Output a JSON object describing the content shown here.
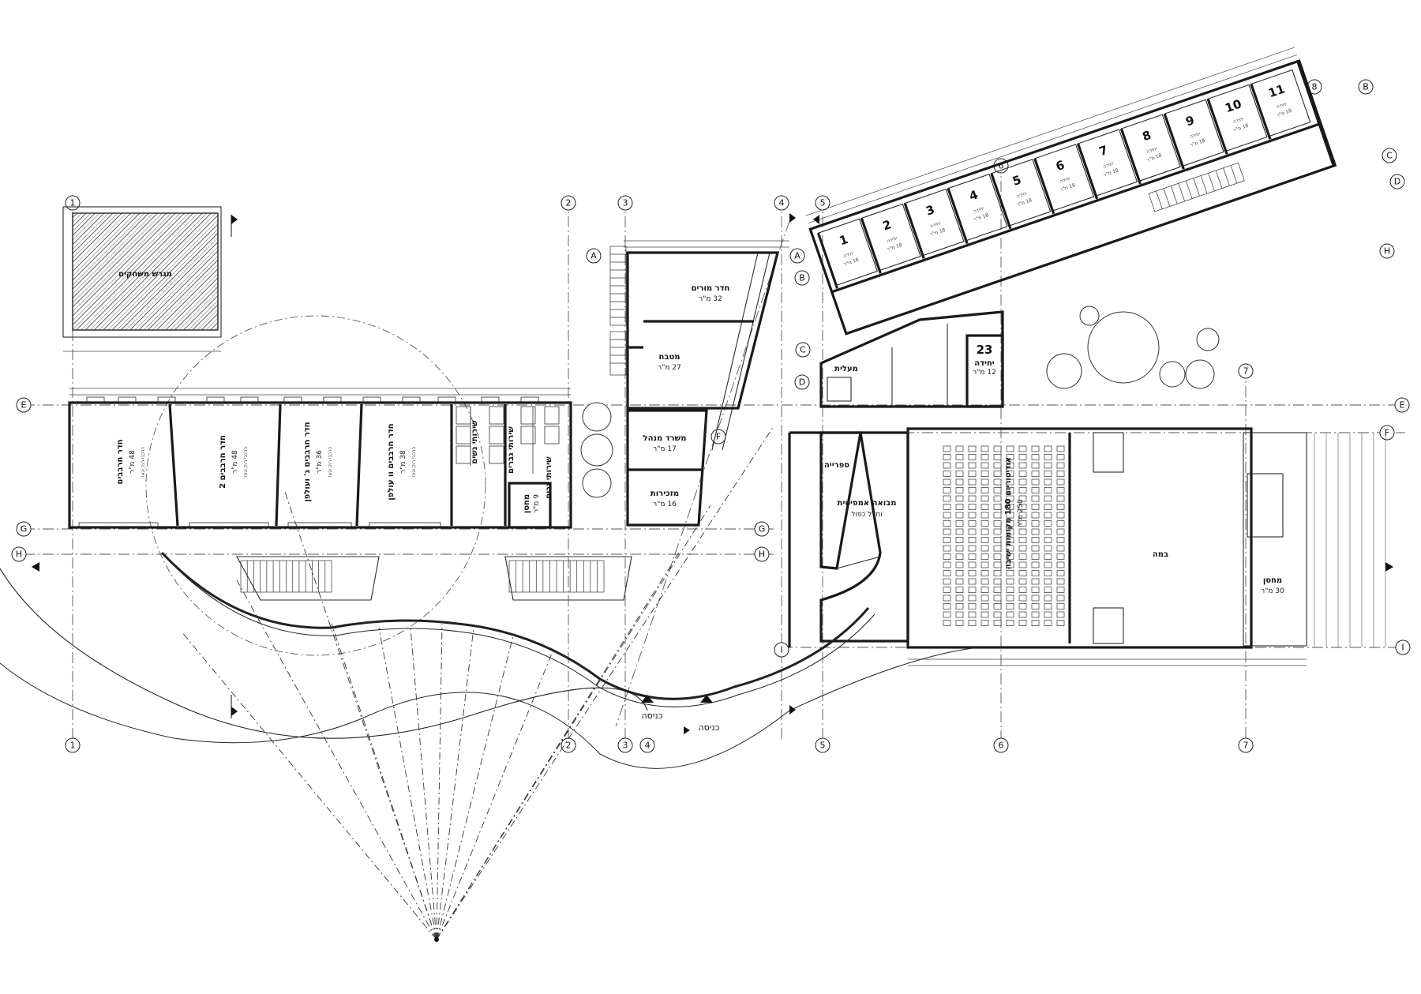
{
  "grid": {
    "numbers": [
      "1",
      "2",
      "3",
      "4",
      "5",
      "6",
      "7",
      "8"
    ],
    "letters": [
      "A",
      "B",
      "C",
      "D",
      "E",
      "F",
      "G",
      "H",
      "I"
    ]
  },
  "rooms": {
    "yard": "מגרש משחקים",
    "class1": {
      "name": "חדר חרבבים",
      "area": "48 מ\"ר",
      "note": "הרכבי רוק וגאז"
    },
    "class2": {
      "name": "חדר חרבבים 2",
      "area": "48 מ\"ר",
      "note": "הרכבי רוק וגאז"
    },
    "class3": {
      "name": "חדר חרבבים ג' ועולפן",
      "area": "36 מ\"ר",
      "note": "הרכבי רוק וגאז"
    },
    "class4": {
      "name": "חדר חרבבים וו עולפן",
      "area": "38 מ\"ר",
      "note": "הרכבי רוק וגאז"
    },
    "wc_women": "שירותי נשים",
    "wc_men": "שירותי גברים",
    "wc_disabled": "שירותי נכים",
    "storage_small": {
      "name": "מחסן",
      "area": "9 מ\"ר"
    },
    "teachers": {
      "name": "חדר מורים",
      "area": "32 מ\"ר"
    },
    "kitchen": {
      "name": "מטבח",
      "area": "27 מ\"ר"
    },
    "office": {
      "name": "משרד מנהל",
      "area": "17 מ\"ר"
    },
    "secretary": {
      "name": "מזכירות",
      "area": "16 מ\"ר"
    },
    "library": "ספרייה",
    "lobby": {
      "name": "מבואה אמפיטית",
      "sub": "וחלל כפול"
    },
    "auditorium": {
      "name": "אודיטוריום 180 מקומות ישיבה",
      "area": "250 מ\"ר"
    },
    "stage": "במה",
    "storage_stage": {
      "name": "מחסן",
      "area": "30 מ\"ר"
    },
    "elevator": "מעלית",
    "unit_label": "יחידה",
    "unit_area": "18 מ\"ר",
    "unit23": {
      "num": "23",
      "name": "יחידה",
      "area": "12 מ\"ר"
    }
  },
  "units": [
    "1",
    "2",
    "3",
    "4",
    "5",
    "6",
    "7",
    "8",
    "9",
    "10",
    "11"
  ],
  "entrances": [
    "כניסה",
    "כניסה"
  ]
}
